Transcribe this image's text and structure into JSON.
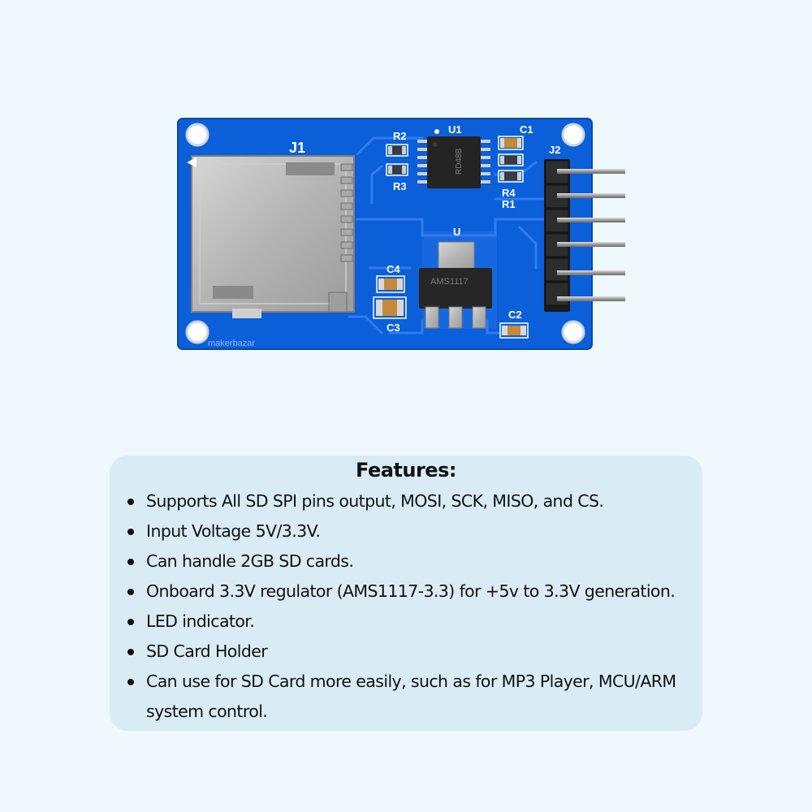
{
  "board": {
    "labels": {
      "j1": "J1",
      "j2": "J2",
      "u1": "U1",
      "u": "U",
      "r1": "R1",
      "r2": "R2",
      "r3": "R3",
      "r4": "R4",
      "c1": "C1",
      "c2": "C2",
      "c3": "C3",
      "c4": "C4"
    },
    "chip_u1_text": "RD48B",
    "chip_u_text": "AMS1117",
    "watermark": "makerbazar",
    "colors": {
      "pcb": "#0b5fd8",
      "pcb_dark": "#0a4fb8",
      "trace": "#2d7af0",
      "silkscreen": "#ffffff",
      "metal": "#b9b9b9",
      "chip": "#222222"
    }
  },
  "features": {
    "title": "Features:",
    "items": [
      "Supports All SD SPI pins output, MOSI, SCK, MISO, and CS.",
      "Input Voltage 5V/3.3V.",
      "Can handle 2GB SD cards.",
      "Onboard 3.3V regulator (AMS1117-3.3) for +5v to 3.3V generation.",
      "LED indicator.",
      "SD Card Holder",
      "Can use for SD Card more easily, such as for MP3 Player, MCU/ARM system control."
    ]
  }
}
